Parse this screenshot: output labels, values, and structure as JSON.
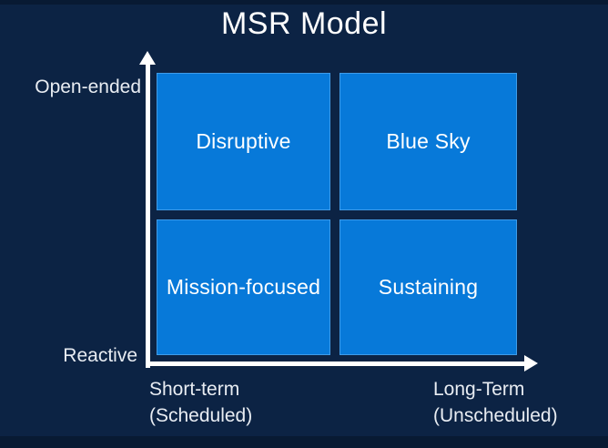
{
  "title": "MSR Model",
  "matrix": {
    "quadrants": [
      {
        "id": "top-left",
        "label": "Disruptive"
      },
      {
        "id": "top-right",
        "label": "Blue Sky"
      },
      {
        "id": "bottom-left",
        "label": "Mission-focused"
      },
      {
        "id": "bottom-right",
        "label": "Sustaining"
      }
    ]
  },
  "axes": {
    "y": {
      "top_label": "Open-ended",
      "bottom_label": "Reactive"
    },
    "x": {
      "left_label_line1": "Short-term",
      "left_label_line2": "(Scheduled)",
      "right_label_line1": "Long-Term",
      "right_label_line2": "(Unscheduled)"
    }
  },
  "colors": {
    "background": "#0c2344",
    "edge_strip": "#081a33",
    "quadrant_fill": "#0779d9",
    "quadrant_border": "#6eb9f5",
    "axis_line": "#ffffff",
    "title_text": "#ffffff",
    "quadrant_text": "#ffffff",
    "axis_label_text": "#e8ecf2"
  }
}
